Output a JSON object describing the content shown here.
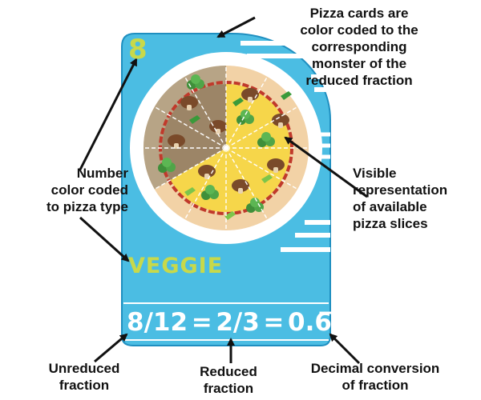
{
  "card": {
    "number": "8",
    "pizza_type": "Veggie",
    "unreduced": "8/12",
    "equals": "=",
    "reduced": "2/3",
    "decimal": "0.6̅"
  },
  "callouts": {
    "top": "Pizza cards are\ncolor coded to the\ncorresponding\nmonster of the\nreduced fraction",
    "number": "Number\ncolor coded\nto pizza type",
    "visible": "Visible\nrepresentation\nof available\npizza slices",
    "unreduced": "Unreduced\nfraction",
    "reduced": "Reduced\nfraction",
    "decimal": "Decimal conversion\nof fraction"
  },
  "pizza": {
    "total_slices": 12,
    "available_slices": 8
  },
  "colors": {
    "card_blue": "#4bbde3",
    "card_border": "#1f8fc0",
    "number_green": "#c8d94a",
    "crust": "#f2d2a6",
    "sauce": "#c0392b",
    "cheese": "#f6d64a",
    "olive_sauce": "#8a9a2e",
    "missing_slice": "#9c8567"
  }
}
